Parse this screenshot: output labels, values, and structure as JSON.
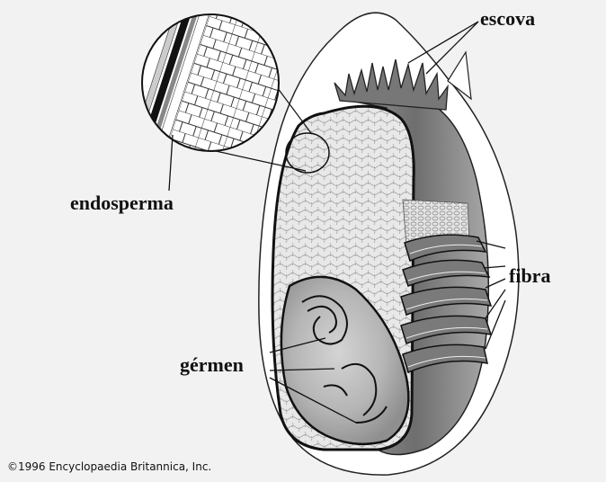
{
  "labels": {
    "escova": "escova",
    "endosperma": "endosperma",
    "fibra": "fibra",
    "germen": "gérmen"
  },
  "credit": "©1996 Encyclopaedia Britannica, Inc.",
  "colors": {
    "background": "#f2f2f2",
    "outer_hull": "#ffffff",
    "endosperm": "#e6e6e6",
    "bran": "#8a8a8a",
    "germ": "#bdbdbd",
    "line": "#111111"
  }
}
